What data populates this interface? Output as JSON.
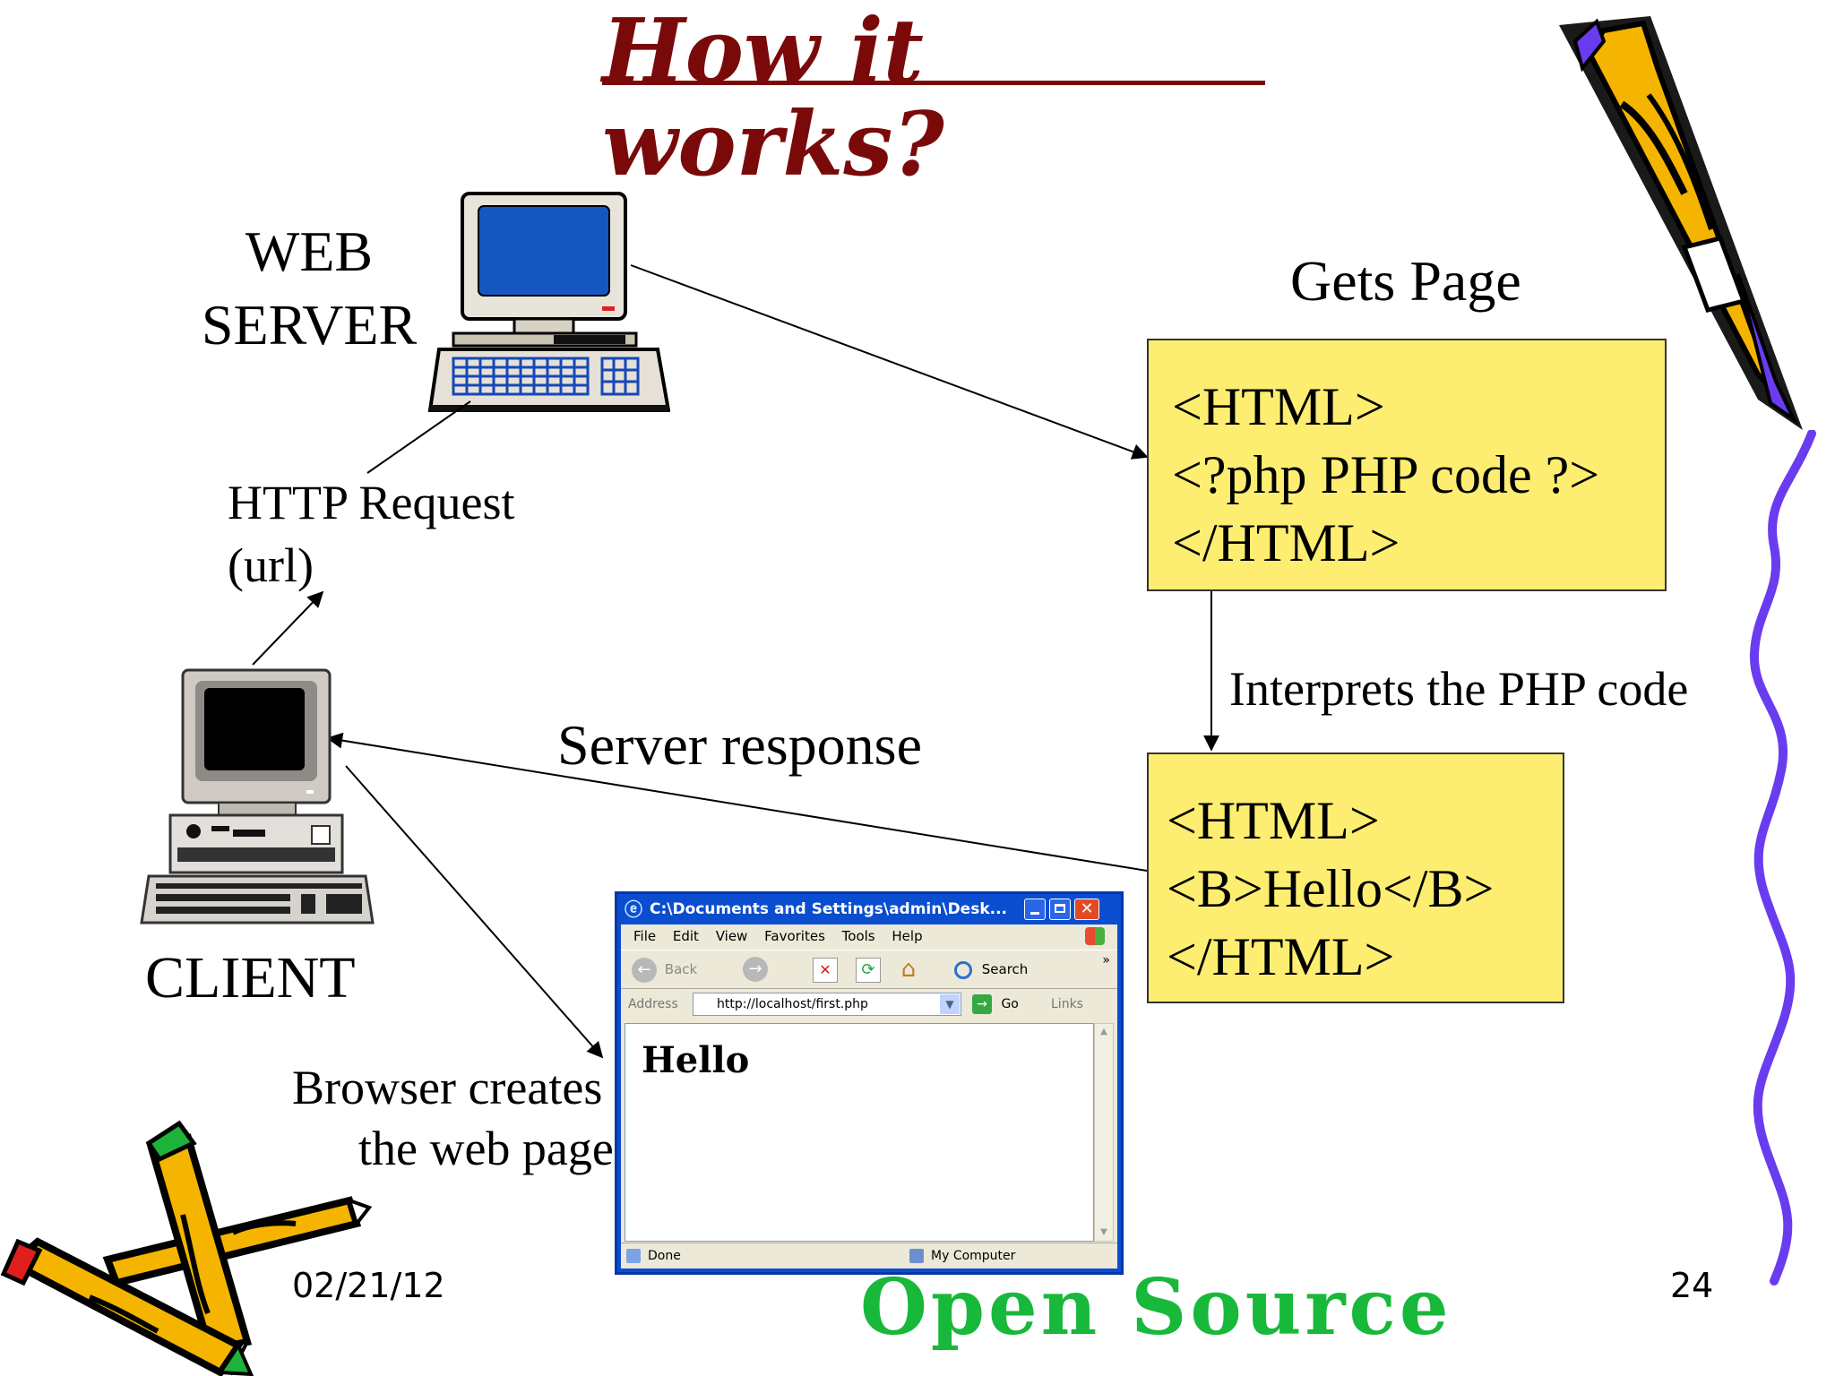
{
  "slide": {
    "title_line1": "How it",
    "title_line2": "works?",
    "labels": {
      "web_server_line1": "WEB",
      "web_server_line2": "SERVER",
      "http_request_line1": "HTTP Request",
      "http_request_line2": "(url)",
      "client": "CLIENT",
      "gets_page": "Gets Page",
      "interprets": "Interprets the PHP code",
      "server_response": "Server response",
      "browser_creates_line1": "Browser creates",
      "browser_creates_line2": "the web page"
    },
    "source_box": [
      "<HTML>",
      "<?php PHP code ?>",
      "</HTML>"
    ],
    "output_box": [
      "<HTML>",
      "<B>Hello</B>",
      "</HTML>"
    ],
    "footer": {
      "date": "02/21/12",
      "page_number": "24",
      "brand": "Open Source"
    }
  },
  "browser": {
    "title": "C:\\Documents and Settings\\admin\\Desk...",
    "menu": [
      "File",
      "Edit",
      "View",
      "Favorites",
      "Tools",
      "Help"
    ],
    "toolbar": {
      "back": "Back",
      "search": "Search"
    },
    "address": {
      "label": "Address",
      "value": "http://localhost/first.php",
      "go": "Go",
      "links": "Links"
    },
    "content": "Hello",
    "status": {
      "left": "Done",
      "right": "My Computer"
    }
  },
  "colors": {
    "title": "#7a0a0a",
    "code_box": "#fdee72",
    "brand": "#18b83a",
    "decor_purple": "#6a3cf0",
    "pencil_yellow": "#f5b400"
  },
  "icons": [
    "server-computer-icon",
    "client-computer-icon",
    "pencil-icon",
    "crossed-pencils-icon",
    "squiggle-line"
  ]
}
